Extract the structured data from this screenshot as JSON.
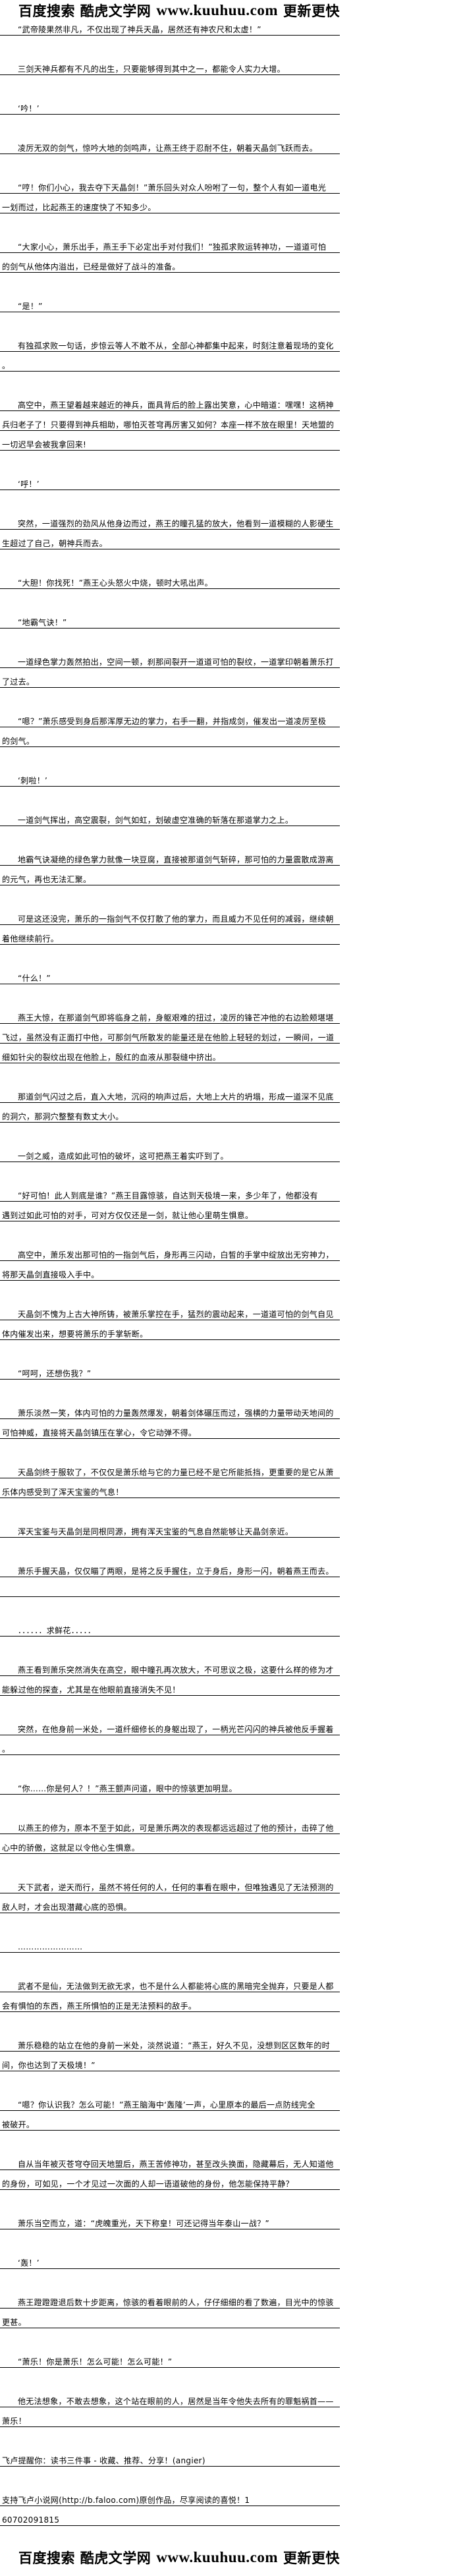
{
  "watermark": {
    "left": "百度搜索 酷虎文学网",
    "url": "www.kuuhuu.com",
    "right": "更新更快"
  },
  "paragraphs": [
    {
      "lines": [
        "“武帝陵果然非凡，不仅出现了神兵天晶，居然还有神农尺和太虚！”"
      ]
    },
    {
      "lines": [
        "三剑天神兵都有不凡的出生，只要能够得到其中之一，都能令人实力大增。"
      ]
    },
    {
      "lines": [
        "‘吟！’"
      ]
    },
    {
      "lines": [
        "凌厉无双的剑气，惊吟大地的剑鸣声，让燕王终于忍耐不住，朝着天晶剑飞跃而去。"
      ]
    },
    {
      "lines": [
        "“哼！你们小心，我去夺下天晶剑！”萧乐回头对众人吩咐了一句，整个人有如一道电光",
        "一划而过，比起燕王的速度快了不知多少。"
      ]
    },
    {
      "lines": [
        "“大家小心，萧乐出手，燕王手下必定出手对付我们！”独孤求败运转神功，一道道可怕",
        "的剑气从他体内溢出，已经是做好了战斗的准备。"
      ]
    },
    {
      "lines": [
        "“是！”"
      ]
    },
    {
      "lines": [
        "有独孤求败一句话，步惊云等人不敢不从，全部心神都集中起来，时刻注意着现场的变化",
        "。"
      ]
    },
    {
      "lines": [
        "高空中，燕王望着越来越近的神兵，面具背后的脸上露出笑意，心中暗道：嘿嘿！这柄神",
        "兵归老子了！只要得到神兵相助，哪怕灭苍穹再厉害又如何？本座一样不放在眼里！天地盟的",
        "一切迟早会被我拿回来!"
      ]
    },
    {
      "lines": [
        "‘呼！’"
      ]
    },
    {
      "lines": [
        "突然，一道强烈的劲风从他身边而过，燕王的瞳孔猛的放大，他看到一道模糊的人影硬生",
        "生超过了自己，朝神兵而去。"
      ]
    },
    {
      "lines": [
        "“大胆！你找死！”燕王心头怒火中烧，顿时大吼出声。"
      ]
    },
    {
      "lines": [
        "“地霸气诀！”"
      ]
    },
    {
      "lines": [
        "一道绿色掌力轰然拍出，空间一顿，刹那间裂开一道道可怕的裂纹，一道掌印朝着萧乐打",
        "了过去。"
      ]
    },
    {
      "lines": [
        "“嗯？”萧乐感受到身后那浑厚无边的掌力，右手一翻，并指成剑，催发出一道凌厉至极",
        "的剑气。"
      ]
    },
    {
      "lines": [
        "‘刺啦！’"
      ]
    },
    {
      "lines": [
        "一道剑气挥出，高空震裂，剑气如虹，划破虚空准确的斩落在那道掌力之上。"
      ]
    },
    {
      "lines": [
        "地霸气诀凝绝的绿色掌力就像一块豆腐，直接被那道剑气斩碎，那可怕的力量震散成游离",
        "的元气，再也无法汇聚。"
      ]
    },
    {
      "lines": [
        "可是这还没完，萧乐的一指剑气不仅打散了他的掌力，而且威力不见任何的减弱，继续朝",
        "着他继续前行。"
      ]
    },
    {
      "lines": [
        "“什么！”"
      ]
    },
    {
      "lines": [
        "燕王大惊，在那道剑气即将临身之前，身躯艰难的扭过，凌厉的锋芒冲他的右边脸颊堪堪",
        "飞过，虽然没有正面打中他，可那剑气所散发的能量还是在他脸上轻轻的划过，一瞬间，一道",
        "细如针尖的裂纹出现在他脸上，殷红的血液从那裂缝中挤出。"
      ]
    },
    {
      "lines": [
        "那道剑气闪过之后，直入大地，沉闷的响声过后，大地上大片的坍塌，形成一道深不见底",
        "的洞穴，那洞穴整整有数丈大小。"
      ]
    },
    {
      "lines": [
        "一剑之威，造成如此可怕的破坏，这可把燕王着实吓到了。"
      ]
    },
    {
      "lines": [
        "“好可怕！此人到底是谁？”燕王目露惊骇，自达到天极境一来，多少年了，他都没有",
        "遇到过如此可怕的对手，可对方仅仅还是一剑，就让他心里萌生惧意。"
      ]
    },
    {
      "lines": [
        "高空中，萧乐发出那可怕的一指剑气后，身形再三闪动，白皙的手掌中绽放出无穷神力，",
        "将那天晶剑直接吸入手中。"
      ]
    },
    {
      "lines": [
        "天晶剑不愧为上古大神所铸，被萧乐掌控在手，猛烈的震动起来，一道道可怕的剑气自见",
        "体内催发出来，想要将萧乐的手掌斩断。"
      ]
    },
    {
      "lines": [
        "“呵呵，还想伤我？”"
      ]
    },
    {
      "lines": [
        "萧乐淡然一笑，体内可怕的力量轰然爆发，朝着剑体碾压而过，强横的力量带动天地间的",
        "可怕神威，直接将天晶剑镇压在掌心，令它动弹不得。"
      ]
    },
    {
      "lines": [
        "天晶剑终于服软了，不仅仅是萧乐给与它的力量已经不是它所能抵挡，更重要的是它从萧",
        "乐体内感受到了浑天宝鉴的气息！"
      ]
    },
    {
      "lines": [
        "浑天宝鉴与天晶剑是同根同源，拥有浑天宝鉴的气息自然能够让天晶剑亲近。"
      ]
    },
    {
      "lines": [
        "萧乐手握天晶，仅仅瞄了两眼，是将之反手握住，立于身后，身形一闪，朝着燕王而去。",
        ""
      ]
    },
    {
      "lines": [
        "．．．．．．求鲜花．．．．．"
      ]
    },
    {
      "lines": [
        "燕王看到萧乐突然消失在高空，眼中瞳孔再次放大，不可思议之极，这要什么样的修为才",
        "能躲过他的探查，尤其是在他眼前直接消失不见！"
      ]
    },
    {
      "lines": [
        "突然，在他身前一米处，一道纤细修长的身躯出现了，一柄光芒闪闪的神兵被他反手握着",
        "。"
      ]
    },
    {
      "lines": [
        "“你……你是何人？！”燕王颤声问道，眼中的惊骇更加明显。"
      ]
    },
    {
      "lines": [
        "以燕王的修为，原本不至于如此，可是萧乐两次的表现都远远超过了他的预计，击碎了他",
        "心中的骄傲，这就足以令他心生惧意。"
      ]
    },
    {
      "lines": [
        "天下武者，逆天而行，虽然不将任何的人，任何的事看在眼中，但唯独遇见了无法预测的",
        "敌人时，才会出现潜藏心底的恐惧。"
      ]
    },
    {
      "lines": [
        "……………………"
      ]
    },
    {
      "lines": [
        "武者不是仙，无法做到无欲无求，也不是什么人都能将心底的黑暗完全抛弃，只要是人都",
        "会有惧怕的东西，燕王所惧怕的正是无法预料的敌手。"
      ]
    },
    {
      "lines": [
        "萧乐稳稳的站立在他的身前一米处，淡然说道：“燕王，好久不见，没想到区区数年的时",
        "间，你也达到了天极境！”"
      ]
    },
    {
      "lines": [
        "“嗯？你认识我？怎么可能！”燕王脑海中‘轰隆’一声，心里原本的最后一点防线完全",
        "被破开。"
      ]
    },
    {
      "lines": [
        "自从当年被灭苍穹夺回天地盟后，燕王苦修神功，甚至改头换面，隐藏幕后，无人知道他",
        "的身份，可如见，一个才见过一次面的人却一语道破他的身份，他怎能保持平静？"
      ]
    },
    {
      "lines": [
        "萧乐当空而立，道：“虎魄重光，天下称皇！可还记得当年泰山一战？”"
      ]
    },
    {
      "lines": [
        "‘轰！’"
      ]
    },
    {
      "lines": [
        "燕王蹬蹬蹬退后数十步距离，惊骇的看着眼前的人，仔仔细细的看了数遍，目光中的惊骇",
        "更甚。"
      ]
    },
    {
      "lines": [
        "“萧乐！你是萧乐！怎么可能！怎么可能！”"
      ]
    },
    {
      "lines": [
        "他无法想象，不敢去想象，这个站在眼前的人，居然是当年令他失去所有的罪魁祸首——",
        "萧乐！"
      ]
    }
  ],
  "footer": {
    "reminder": "飞卢提醒你：读书三件事 - 收藏、推荐、分享！(angier)",
    "support": "支持飞卢小说网(http://b.faloo.com)原创作品，尽享阅读的喜悦！1",
    "code": "60702091815"
  }
}
